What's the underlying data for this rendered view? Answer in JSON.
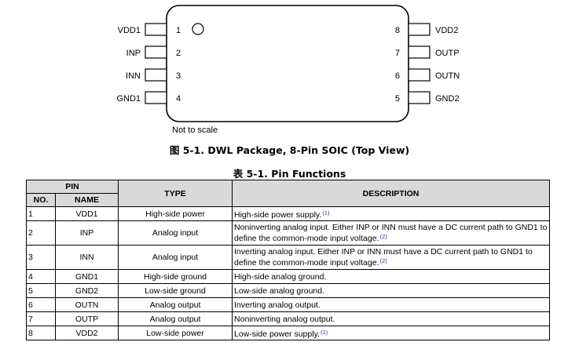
{
  "package": {
    "note": "Not to scale",
    "pins_left": [
      {
        "num": "1",
        "name": "VDD1"
      },
      {
        "num": "2",
        "name": "INP"
      },
      {
        "num": "3",
        "name": "INN"
      },
      {
        "num": "4",
        "name": "GND1"
      }
    ],
    "pins_right": [
      {
        "num": "8",
        "name": "VDD2"
      },
      {
        "num": "7",
        "name": "OUTP"
      },
      {
        "num": "6",
        "name": "OUTN"
      },
      {
        "num": "5",
        "name": "GND2"
      }
    ]
  },
  "figure_caption": "图 5-1. DWL Package, 8-Pin SOIC (Top View)",
  "table_caption": "表 5-1. Pin Functions",
  "table": {
    "headers": {
      "pin": "PIN",
      "no": "NO.",
      "name": "NAME",
      "type": "TYPE",
      "description": "DESCRIPTION"
    },
    "rows": [
      {
        "no": "1",
        "name": "VDD1",
        "type": "High-side power",
        "desc": "High-side power supply.",
        "fn": "(1)"
      },
      {
        "no": "2",
        "name": "INP",
        "type": "Analog input",
        "desc": "Noninverting analog input. Either INP or INN must have a DC current path to GND1 to define the common-mode input voltage.",
        "fn": "(2)"
      },
      {
        "no": "3",
        "name": "INN",
        "type": "Analog input",
        "desc": "Inverting analog input. Either INP or INN must have a DC current path to GND1 to define the common-mode input voltage.",
        "fn": "(2)"
      },
      {
        "no": "4",
        "name": "GND1",
        "type": "High-side ground",
        "desc": "High-side analog ground.",
        "fn": ""
      },
      {
        "no": "5",
        "name": "GND2",
        "type": "Low-side ground",
        "desc": "Low-side analog ground.",
        "fn": ""
      },
      {
        "no": "6",
        "name": "OUTN",
        "type": "Analog output",
        "desc": "Inverting analog output.",
        "fn": ""
      },
      {
        "no": "7",
        "name": "OUTP",
        "type": "Analog output",
        "desc": "Noninverting analog output.",
        "fn": ""
      },
      {
        "no": "8",
        "name": "VDD2",
        "type": "Low-side power",
        "desc": "Low-side power supply.",
        "fn": "(1)"
      }
    ]
  }
}
